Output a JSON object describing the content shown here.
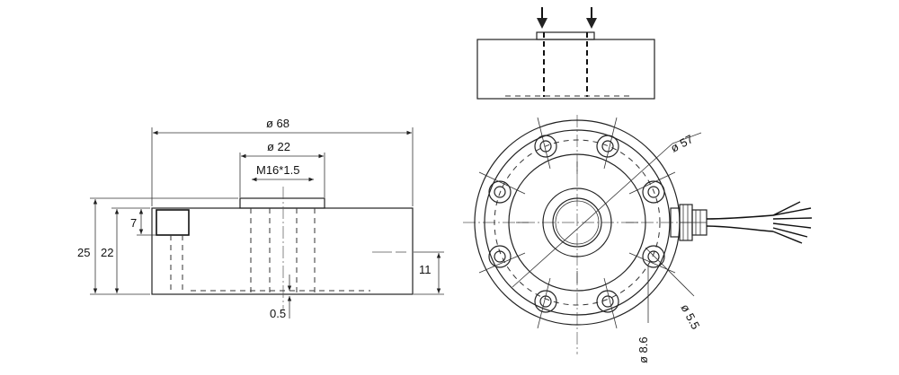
{
  "dimensions": {
    "outer_diameter": "ø 68",
    "boss_diameter": "ø 22",
    "thread": "M16*1.5",
    "total_height": "25",
    "body_height": "22",
    "boss_step": "7",
    "side_height": "11",
    "bottom_gap": "0.5",
    "bolt_circle": "ø 57",
    "hole_small": "ø 5.5",
    "hole_large": "ø 8.6"
  },
  "colors": {
    "line": "#222222",
    "background": "#ffffff"
  }
}
